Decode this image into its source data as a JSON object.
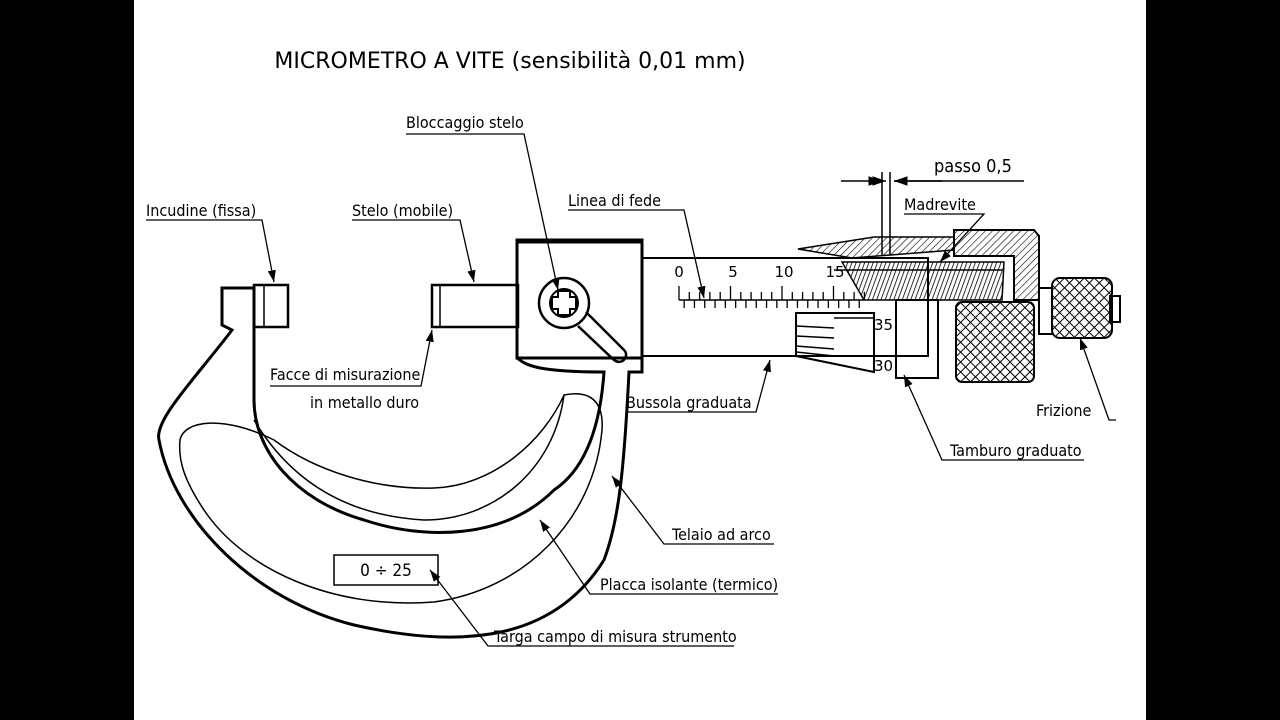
{
  "title": "MICROMETRO A VITE (sensibilità 0,01 mm)",
  "labels": {
    "bloccaggio": "Bloccaggio stelo",
    "incudine": "Incudine (fissa)",
    "stelo": "Stelo (mobile)",
    "linea_fede": "Linea di fede",
    "passo": "passo 0,5",
    "madrevite": "Madrevite",
    "facce_1": "Facce di misurazione",
    "facce_2": "in metallo duro",
    "bussola": "Bussola graduata",
    "frizione": "Frizione",
    "tamburo": "Tamburo graduato",
    "telaio": "Telaio ad arco",
    "placca": "Placca isolante (termico)",
    "targa_label": "Targa campo di misura strumento",
    "targa_value": "0 ÷ 25"
  },
  "sleeve_scale": [
    "0",
    "5",
    "10",
    "15"
  ],
  "thimble_scale": [
    "35",
    "30"
  ],
  "colors": {
    "background": "#000000",
    "sheet": "#ffffff",
    "ink": "#000000"
  }
}
